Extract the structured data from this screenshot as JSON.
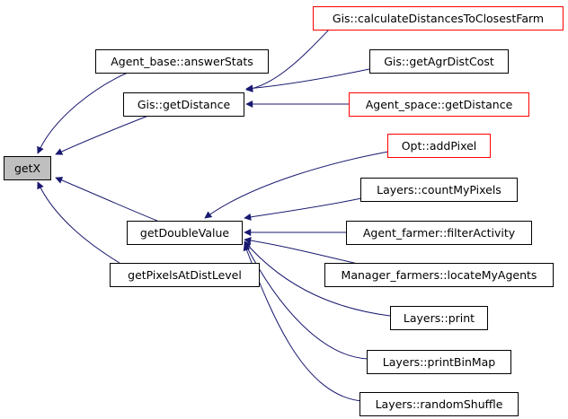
{
  "graph": {
    "colors": {
      "edge": "#191970",
      "node_border": "#000000",
      "link_border": "#ff0000",
      "focus_fill": "#bfbfbf",
      "node_fill": "#ffffff"
    },
    "nodes": [
      {
        "id": "getX",
        "label": "getX",
        "style": "focus"
      },
      {
        "id": "answerStats",
        "label": "Agent_base::answerStats",
        "style": "normal"
      },
      {
        "id": "getDistance",
        "label": "Gis::getDistance",
        "style": "normal"
      },
      {
        "id": "getDoubleValue",
        "label": "getDoubleValue",
        "style": "normal"
      },
      {
        "id": "getPixelsAtDistLevel",
        "label": "getPixelsAtDistLevel",
        "style": "normal"
      },
      {
        "id": "calcDist",
        "label": "Gis::calculateDistancesToClosestFarm",
        "style": "red"
      },
      {
        "id": "getAgrDistCost",
        "label": "Gis::getAgrDistCost",
        "style": "normal"
      },
      {
        "id": "agentSpaceGetDistance",
        "label": "Agent_space::getDistance",
        "style": "red"
      },
      {
        "id": "addPixel",
        "label": "Opt::addPixel",
        "style": "red"
      },
      {
        "id": "countMyPixels",
        "label": "Layers::countMyPixels",
        "style": "normal"
      },
      {
        "id": "filterActivity",
        "label": "Agent_farmer::filterActivity",
        "style": "normal"
      },
      {
        "id": "locateMyAgents",
        "label": "Manager_farmers::locateMyAgents",
        "style": "normal"
      },
      {
        "id": "print",
        "label": "Layers::print",
        "style": "normal"
      },
      {
        "id": "printBinMap",
        "label": "Layers::printBinMap",
        "style": "normal"
      },
      {
        "id": "randomShuffle",
        "label": "Layers::randomShuffle",
        "style": "normal"
      }
    ],
    "edges": [
      {
        "from": "answerStats",
        "to": "getX"
      },
      {
        "from": "getDistance",
        "to": "getX"
      },
      {
        "from": "getDoubleValue",
        "to": "getX"
      },
      {
        "from": "getPixelsAtDistLevel",
        "to": "getX"
      },
      {
        "from": "calcDist",
        "to": "getDistance"
      },
      {
        "from": "getAgrDistCost",
        "to": "getDistance"
      },
      {
        "from": "agentSpaceGetDistance",
        "to": "getDistance"
      },
      {
        "from": "addPixel",
        "to": "getDoubleValue"
      },
      {
        "from": "countMyPixels",
        "to": "getDoubleValue"
      },
      {
        "from": "filterActivity",
        "to": "getDoubleValue"
      },
      {
        "from": "locateMyAgents",
        "to": "getDoubleValue"
      },
      {
        "from": "print",
        "to": "getDoubleValue"
      },
      {
        "from": "printBinMap",
        "to": "getDoubleValue"
      },
      {
        "from": "randomShuffle",
        "to": "getDoubleValue"
      }
    ]
  }
}
